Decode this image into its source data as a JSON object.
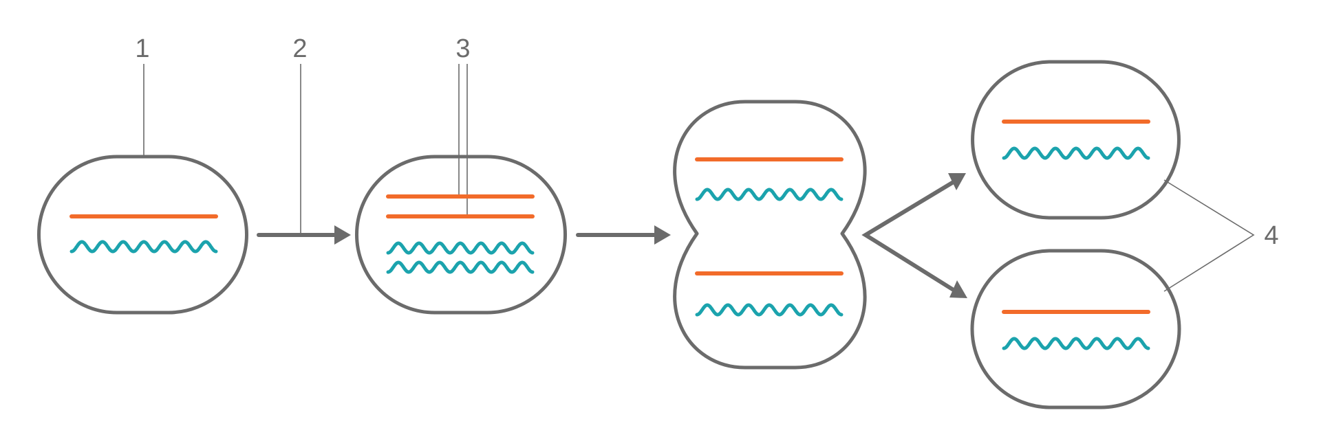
{
  "colors": {
    "outline": "#6b6b6b",
    "orange": "#f26b2a",
    "teal": "#1ba3ad",
    "label": "#6b6b6b"
  },
  "labels": {
    "l1": "1",
    "l2": "2",
    "l3": "3",
    "l4": "4"
  }
}
